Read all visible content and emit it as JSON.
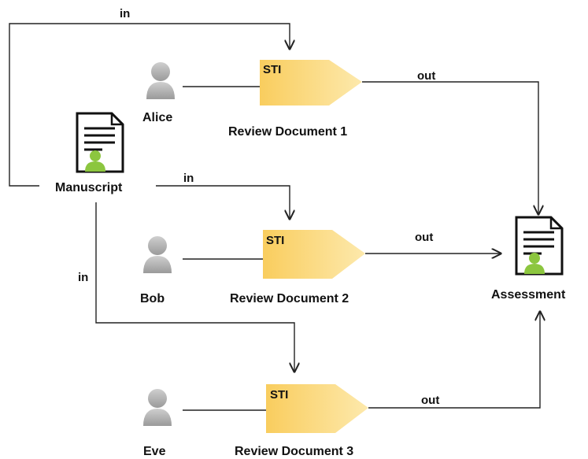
{
  "diagram": {
    "manuscript": {
      "label": "Manuscript",
      "icon": "document-person-icon"
    },
    "assessment": {
      "label": "Assessment",
      "icon": "document-person-icon"
    },
    "reviewers": [
      {
        "name": "Alice",
        "icon": "person-icon"
      },
      {
        "name": "Bob",
        "icon": "person-icon"
      },
      {
        "name": "Eve",
        "icon": "person-icon"
      }
    ],
    "tasks": [
      {
        "tag": "STI",
        "label": "Review Document 1"
      },
      {
        "tag": "STI",
        "label": "Review Document 2"
      },
      {
        "tag": "STI",
        "label": "Review Document 3"
      }
    ],
    "edge_labels": {
      "input": "in",
      "output": "out"
    },
    "colors": {
      "task_fill": "#fbd77a",
      "task_fill_light": "#fde7a6",
      "person": "#a9a9a9",
      "doc_person": "#8cc63f"
    }
  }
}
